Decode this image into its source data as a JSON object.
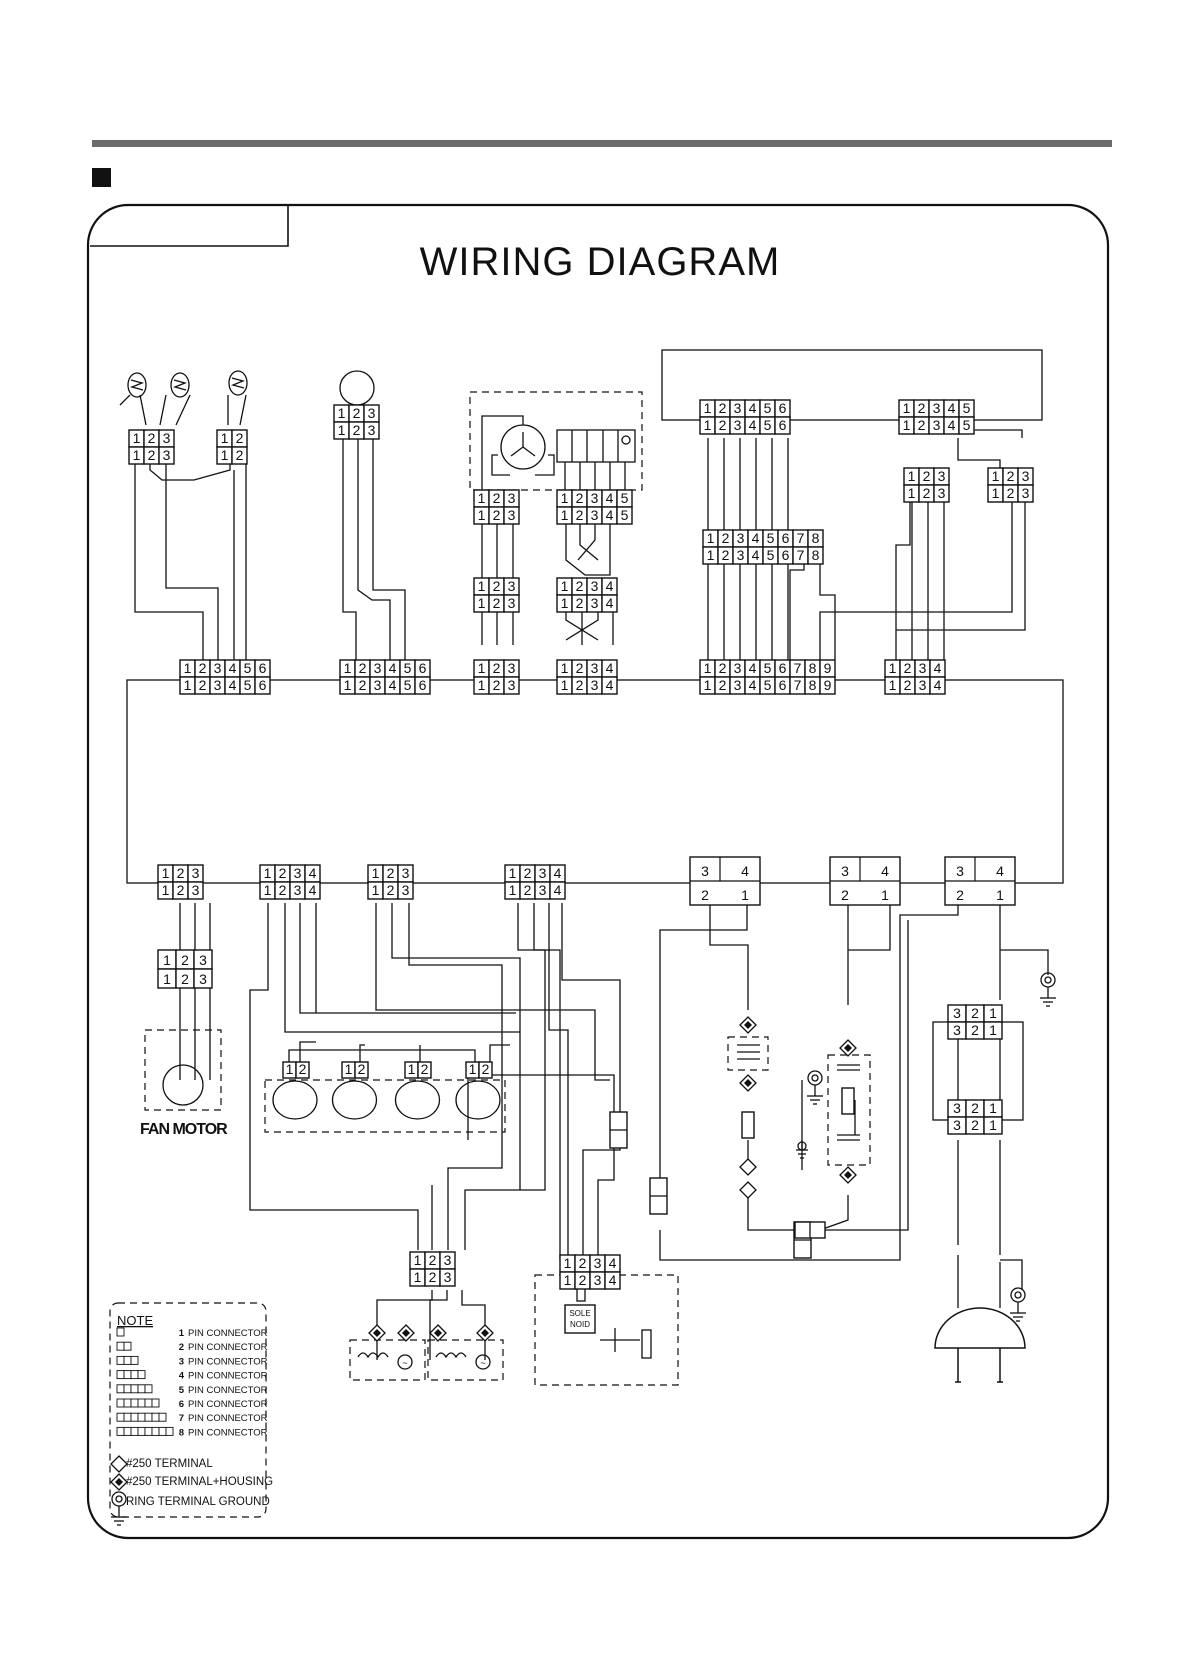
{
  "title": "WIRING DIAGRAM",
  "fan_motor_label": "FAN MOTOR",
  "note": {
    "heading": "NOTE",
    "connectors": [
      {
        "count": "1",
        "label": "PIN CONNECTOR"
      },
      {
        "count": "2",
        "label": "PIN CONNECTOR"
      },
      {
        "count": "3",
        "label": "PIN CONNECTOR"
      },
      {
        "count": "4",
        "label": "PIN CONNECTOR"
      },
      {
        "count": "5",
        "label": "PIN CONNECTOR"
      },
      {
        "count": "6",
        "label": "PIN CONNECTOR"
      },
      {
        "count": "7",
        "label": "PIN CONNECTOR"
      },
      {
        "count": "8",
        "label": "PIN CONNECTOR"
      }
    ],
    "terminal": "#250  TERMINAL",
    "terminal_housing": "#250  TERMINAL+HOUSING",
    "ring_ground": "RING  TERMINAL  GROUND"
  },
  "solenoid_label": [
    "SOLE",
    "NOID"
  ],
  "connector_pins": {
    "p2": [
      "1",
      "2"
    ],
    "p3": [
      "1",
      "2",
      "3"
    ],
    "p4": [
      "1",
      "2",
      "3",
      "4"
    ],
    "p5": [
      "1",
      "2",
      "3",
      "4",
      "5"
    ],
    "p6": [
      "1",
      "2",
      "3",
      "4",
      "5",
      "6"
    ],
    "p8": [
      "1",
      "2",
      "3",
      "4",
      "5",
      "6",
      "7",
      "8"
    ],
    "p9": [
      "1",
      "2",
      "3",
      "4",
      "5",
      "6",
      "7",
      "8",
      "9"
    ],
    "p321": [
      "3",
      "2",
      "1"
    ],
    "relay_top": [
      "3",
      "4"
    ],
    "relay_bottom": [
      "2",
      "1"
    ]
  },
  "icons": [
    "thermistor-icon",
    "fan-motor-icon",
    "stepping-motor-icon",
    "compressor-icon",
    "heater-icon",
    "ground-icon",
    "power-plug-icon",
    "terminal-icon",
    "terminal-housing-icon",
    "solenoid-icon"
  ]
}
